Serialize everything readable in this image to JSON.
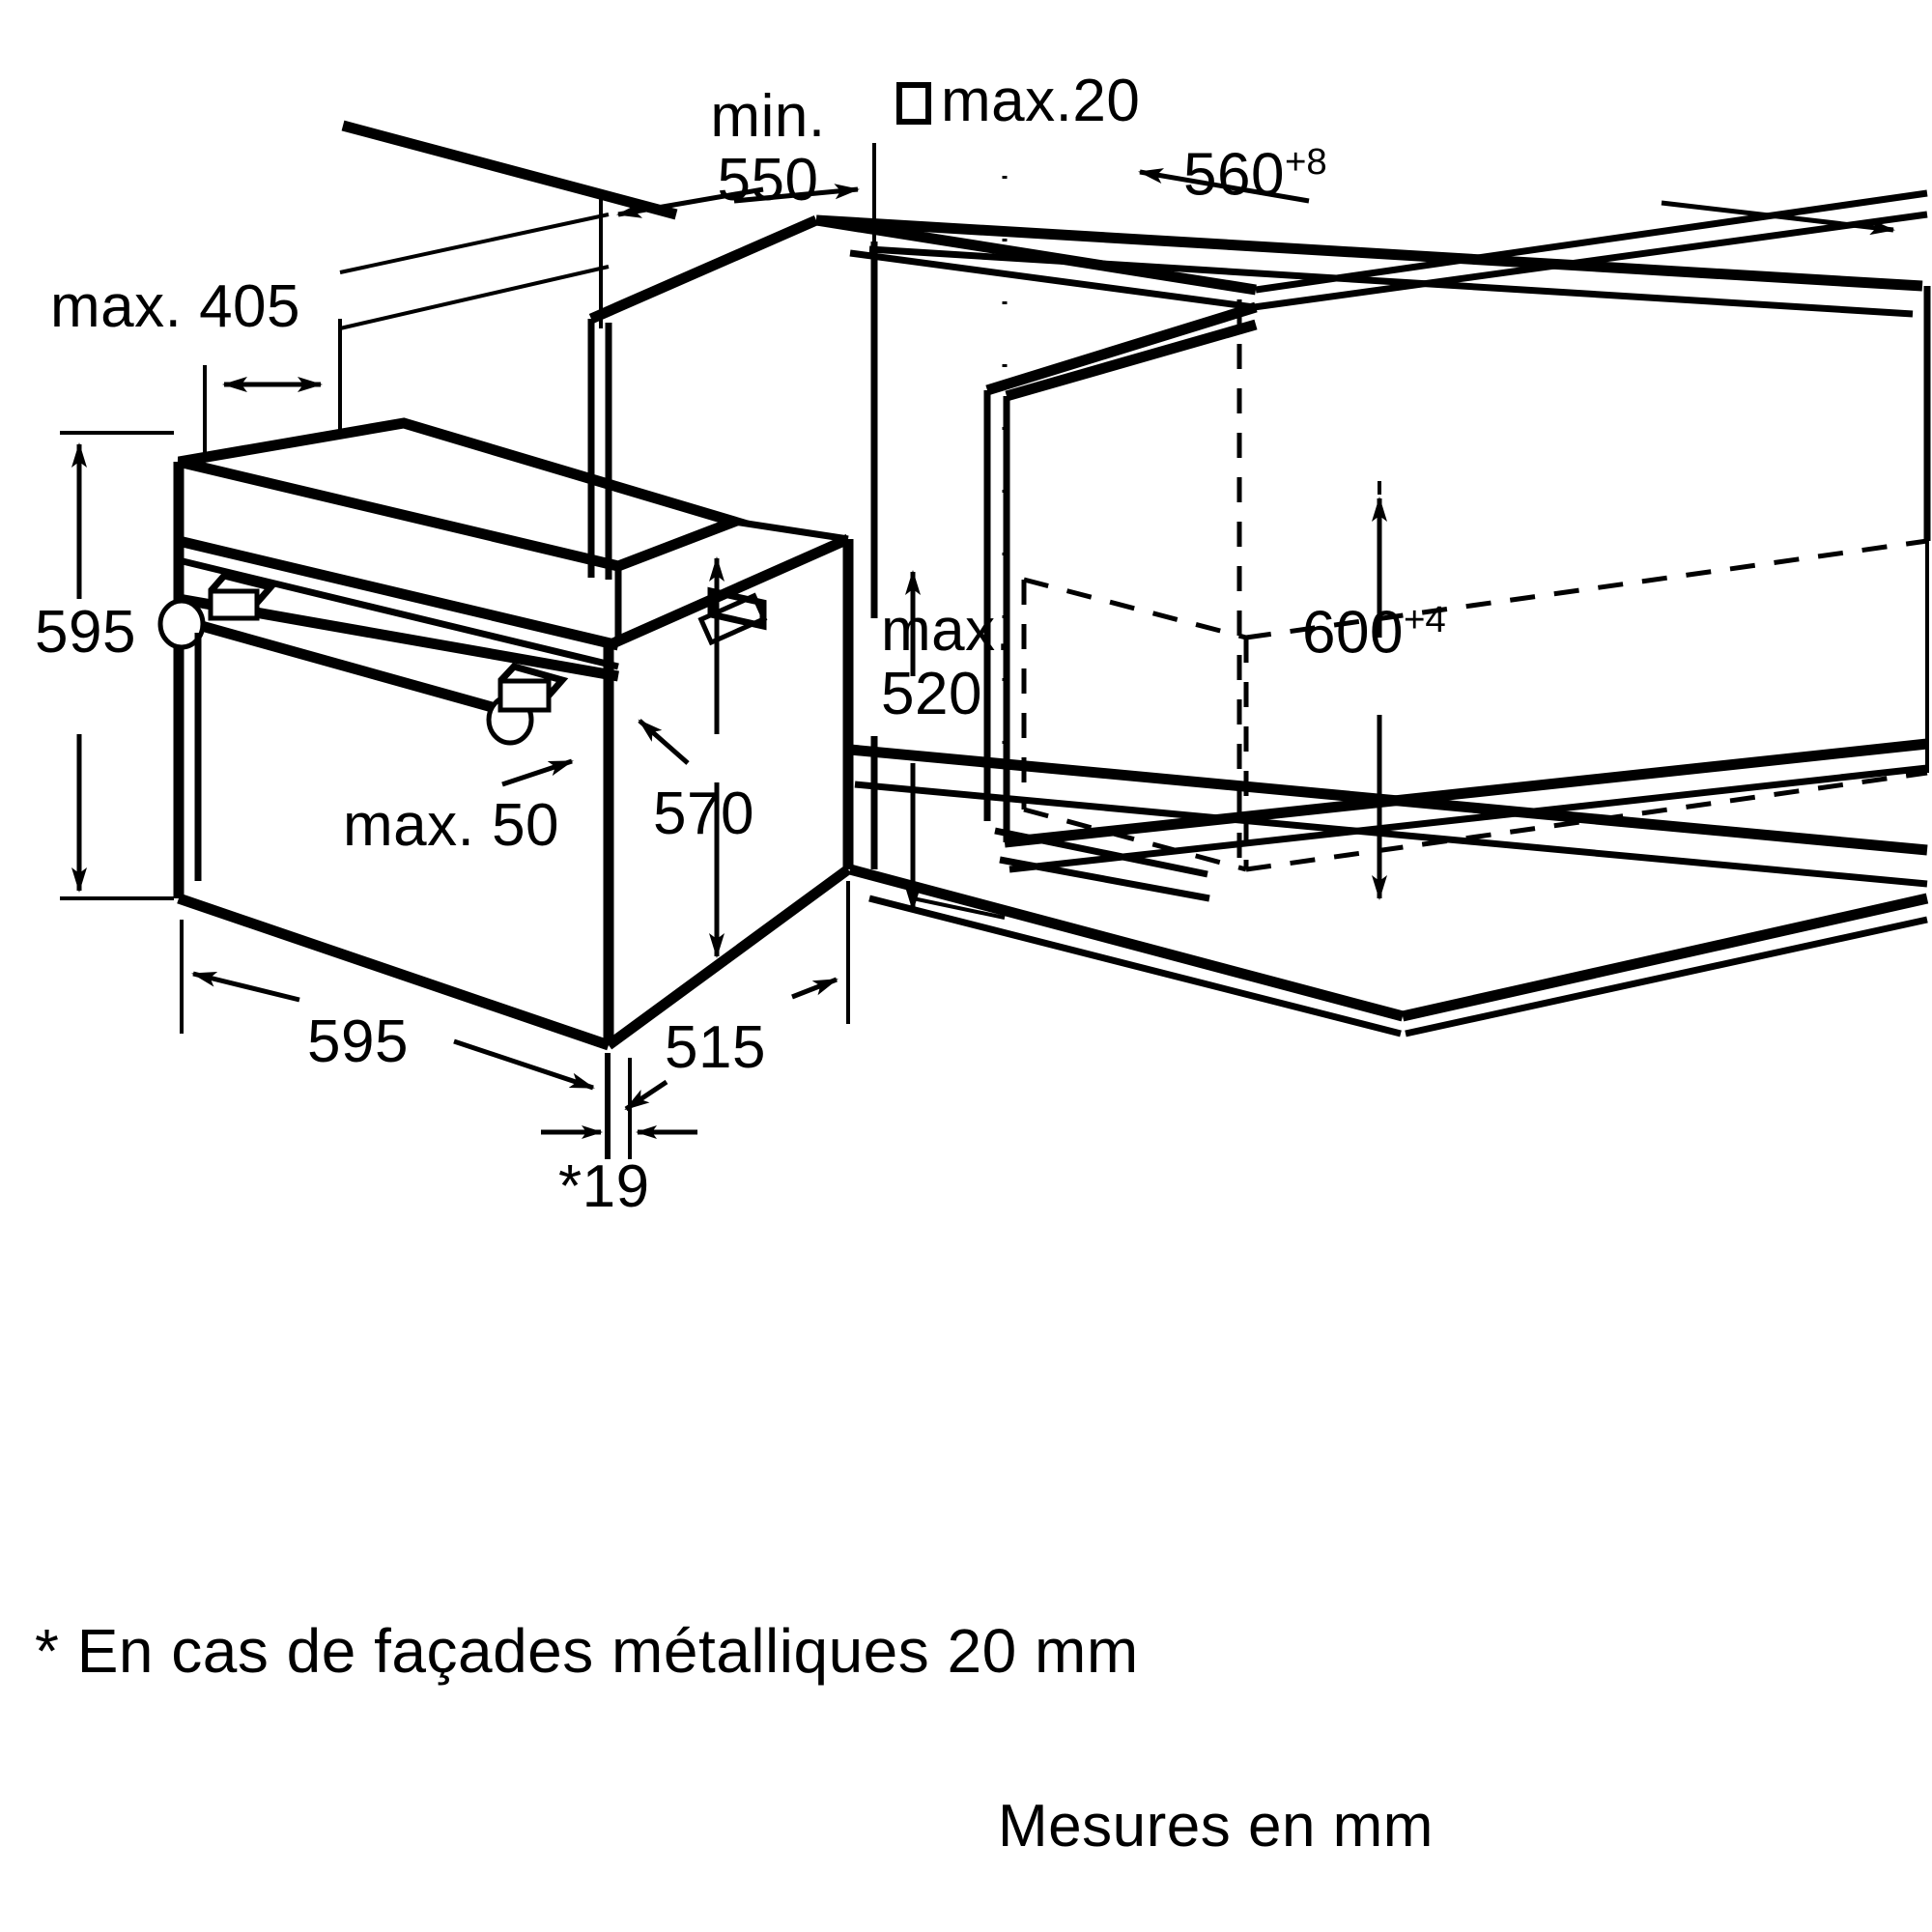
{
  "document": {
    "type": "installation-dimension-drawing",
    "subject": "built-in oven niche dimensions",
    "units_note": "Mesures en mm",
    "footnote": "* En cas de façades métalliques 20 mm"
  },
  "dimensions": {
    "min_550": {
      "prefix": "min.",
      "value": "550"
    },
    "max_20": {
      "symbol": "square",
      "text": "max.20"
    },
    "w_560": {
      "value": "560",
      "tolerance": "+8"
    },
    "max_405": {
      "text": "max. 405"
    },
    "h_595": {
      "value": "595"
    },
    "h_570": {
      "value": "570"
    },
    "max_50": {
      "text": "max. 50"
    },
    "max_520": {
      "prefix": "max.",
      "value": "520"
    },
    "h_600": {
      "value": "600",
      "tolerance": "+4"
    },
    "w_595": {
      "value": "595"
    },
    "d_515": {
      "value": "515"
    },
    "t_19": {
      "value": "*19"
    }
  },
  "labels": {
    "min_550_line1": "min.",
    "min_550_line2": "550",
    "max_20": "max.20",
    "w_560_base": "560",
    "w_560_sup": "+8",
    "max_405": "max. 405",
    "h_595_left": "595",
    "h_570": "570",
    "max_50": "max. 50",
    "max_520_line1": "max.",
    "max_520_line2": "520",
    "h_600_base": "600",
    "h_600_sup": "+4",
    "w_595_bottom": "595",
    "d_515": "515",
    "t_19": "*19",
    "footnote": "* En cas de façades métalliques 20 mm",
    "units": "Mesures en mm"
  },
  "colors": {
    "ink": "#000000",
    "paper": "#ffffff"
  }
}
